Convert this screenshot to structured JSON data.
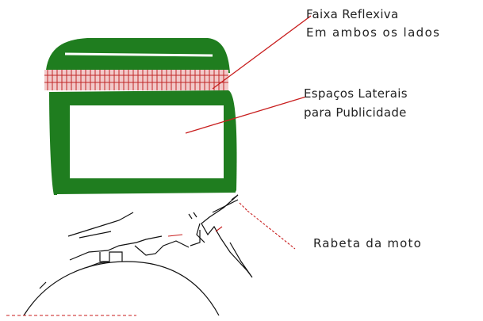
{
  "labels": {
    "reflective_strip_line1": "Faixa Reflexiva",
    "reflective_strip_line2": "Em ambos os lados",
    "side_spaces_line1": "Espaços Laterais",
    "side_spaces_line2": "para Publicidade",
    "motorcycle_tail": "Rabeta da moto"
  },
  "colors": {
    "box_green": "#1f7d1f",
    "reflective_red": "#d03030",
    "leader_line": "#c81e1e",
    "sketch_black": "#111111"
  }
}
